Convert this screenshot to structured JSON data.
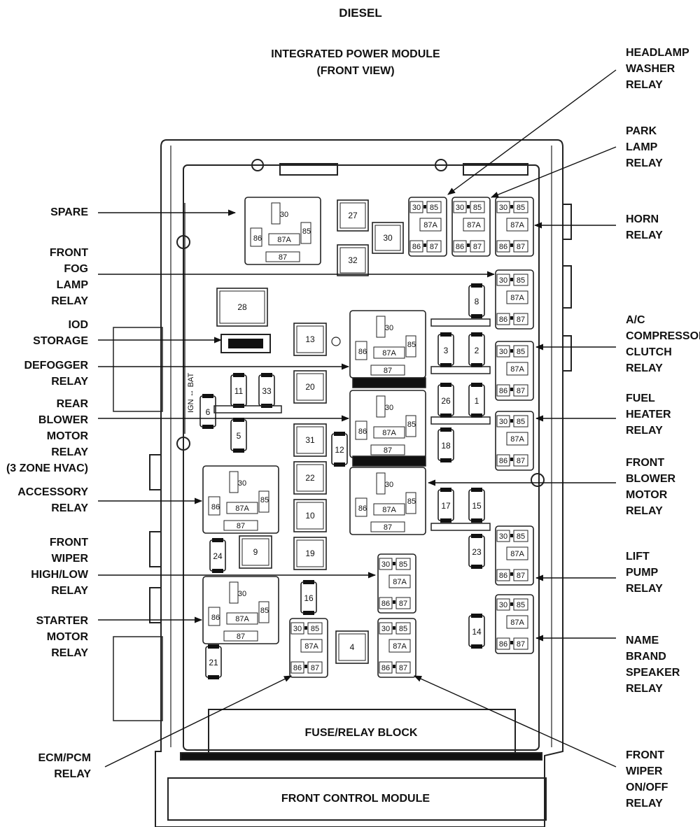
{
  "title": "DIESEL",
  "subtitle": [
    "INTEGRATED POWER MODULE",
    "(FRONT VIEW)"
  ],
  "blocks": {
    "fuse_relay_block": "FUSE/RELAY BLOCK",
    "front_control_module": "FRONT CONTROL MODULE"
  },
  "ign_bat_label": "IGN ↔ BAT",
  "callouts_left": [
    {
      "id": "spare",
      "lines": [
        "SPARE"
      ]
    },
    {
      "id": "front-fog-lamp-relay",
      "lines": [
        "FRONT",
        "FOG",
        "LAMP",
        "RELAY"
      ]
    },
    {
      "id": "iod-storage",
      "lines": [
        "IOD",
        "STORAGE"
      ]
    },
    {
      "id": "defogger-relay",
      "lines": [
        "DEFOGGER",
        "RELAY"
      ]
    },
    {
      "id": "rear-blower-motor-relay",
      "lines": [
        "REAR",
        "BLOWER",
        "MOTOR",
        "RELAY",
        "(3 ZONE HVAC)"
      ]
    },
    {
      "id": "accessory-relay",
      "lines": [
        "ACCESSORY",
        "RELAY"
      ]
    },
    {
      "id": "front-wiper-high-low-relay",
      "lines": [
        "FRONT",
        "WIPER",
        "HIGH/LOW",
        "RELAY"
      ]
    },
    {
      "id": "starter-motor-relay",
      "lines": [
        "STARTER",
        "MOTOR",
        "RELAY"
      ]
    },
    {
      "id": "ecm-pcm-relay",
      "lines": [
        "ECM/PCM",
        "RELAY"
      ]
    }
  ],
  "callouts_right": [
    {
      "id": "headlamp-washer-relay",
      "lines": [
        "HEADLAMP",
        "WASHER",
        "RELAY"
      ]
    },
    {
      "id": "park-lamp-relay",
      "lines": [
        "PARK",
        "LAMP",
        "RELAY"
      ]
    },
    {
      "id": "horn-relay",
      "lines": [
        "HORN",
        "RELAY"
      ]
    },
    {
      "id": "ac-compressor-clutch-relay",
      "lines": [
        "A/C",
        "COMPRESSOR",
        "CLUTCH",
        "RELAY"
      ]
    },
    {
      "id": "fuel-heater-relay",
      "lines": [
        "FUEL",
        "HEATER",
        "RELAY"
      ]
    },
    {
      "id": "front-blower-motor-relay",
      "lines": [
        "FRONT",
        "BLOWER",
        "MOTOR",
        "RELAY"
      ]
    },
    {
      "id": "lift-pump-relay",
      "lines": [
        "LIFT",
        "PUMP",
        "RELAY"
      ]
    },
    {
      "id": "name-brand-speaker-relay",
      "lines": [
        "NAME",
        "BRAND",
        "SPEAKER",
        "RELAY"
      ]
    },
    {
      "id": "front-wiper-on-off-relay",
      "lines": [
        "FRONT",
        "WIPER",
        "ON/OFF",
        "RELAY"
      ]
    }
  ],
  "big_relay_pins": [
    "30",
    "86",
    "87A",
    "85",
    "87"
  ],
  "small_relay_pins": [
    "30",
    "85",
    "87A",
    "86",
    "87"
  ],
  "square_fuses": [
    "27",
    "30",
    "32",
    "28",
    "13",
    "20",
    "31",
    "22",
    "10",
    "9",
    "19",
    "4"
  ],
  "mini_fuses": [
    "8",
    "3",
    "2",
    "11",
    "33",
    "26",
    "1",
    "6",
    "5",
    "12",
    "18",
    "17",
    "15",
    "24",
    "23",
    "16",
    "14",
    "21"
  ]
}
